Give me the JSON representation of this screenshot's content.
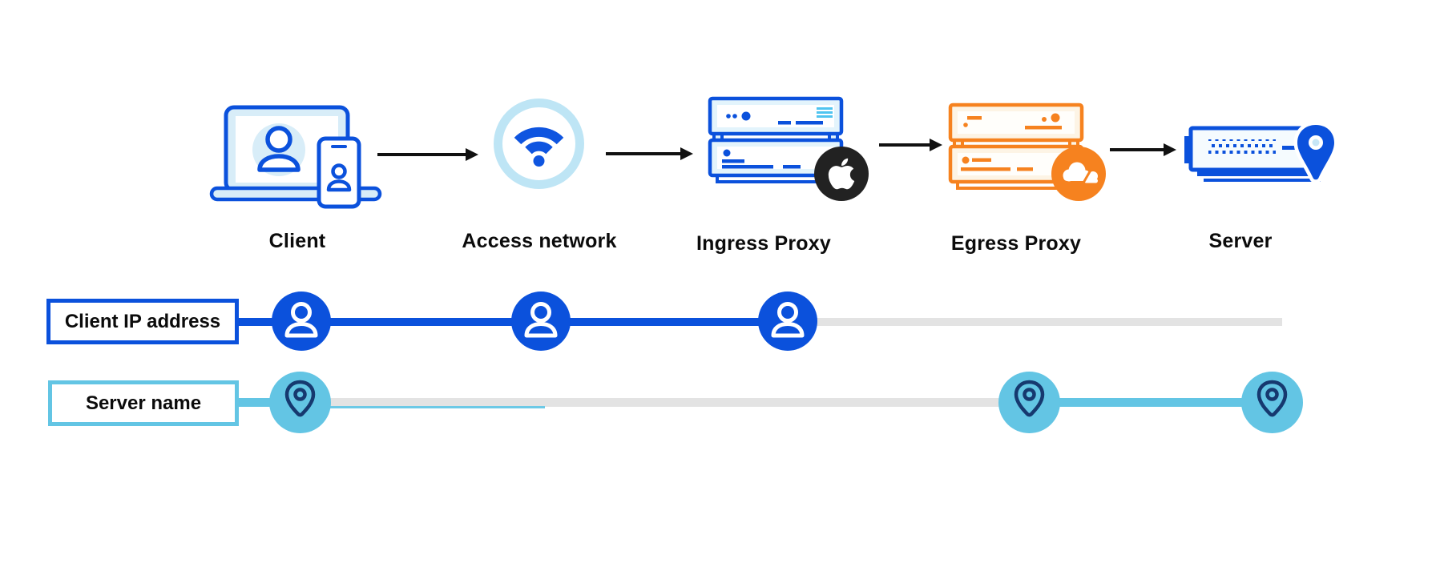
{
  "diagram": {
    "type": "network-flow",
    "flow_nodes": [
      {
        "id": "client",
        "label": "Client",
        "icon": "laptop-user-icon"
      },
      {
        "id": "access-network",
        "label": "Access network",
        "icon": "wifi-icon"
      },
      {
        "id": "ingress-proxy",
        "label": "Ingress Proxy",
        "icon": "server-stack-icon",
        "badge": "apple-logo-icon"
      },
      {
        "id": "egress-proxy",
        "label": "Egress Proxy",
        "icon": "server-stack-icon",
        "badge": "cloudflare-logo-icon"
      },
      {
        "id": "server",
        "label": "Server",
        "icon": "server-location-pin-icon"
      }
    ],
    "arrow_count": 4,
    "tracks": [
      {
        "id": "client-ip",
        "label": "Client IP address",
        "color": "#0B51DC",
        "node_icon": "user-icon",
        "visible_at": [
          "Client",
          "Access network",
          "Ingress Proxy"
        ]
      },
      {
        "id": "server-name",
        "label": "Server name",
        "color": "#63C5E4",
        "node_icon": "location-pin-icon",
        "visible_at": [
          "Client",
          "Egress Proxy",
          "Server"
        ]
      }
    ]
  },
  "colors": {
    "primary_blue": "#0B51DC",
    "light_blue_fill": "#D8EDF8",
    "server_fill_blue": "#E3F4FC",
    "wifi_ring": "#BEE5F5",
    "cloudflare_orange": "#F6821F",
    "orange_fill": "#FDF4E5",
    "cyan": "#63C5E4",
    "pin_navy": "#16396F",
    "apple_badge_black": "#222222",
    "inactive_gray": "#E3E3E3",
    "arrow_black": "#111111"
  }
}
